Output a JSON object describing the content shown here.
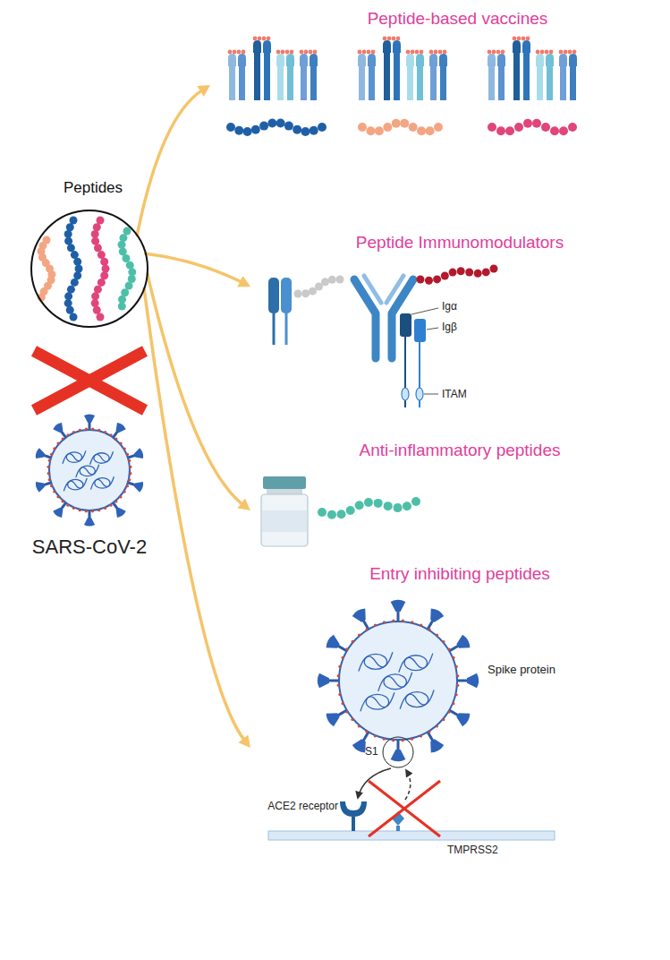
{
  "diagram": {
    "nodes": [
      {
        "text": [
          "Peptides"
        ]
      },
      {
        "text": [
          "Peptide-based vaccines"
        ]
      },
      {
        "text": [
          "Peptide Immunomodulators"
        ]
      },
      {
        "text": [
          "Anti-inflammatory peptides"
        ]
      },
      {
        "text": [
          "Entry inhibiting peptides"
        ]
      }
    ],
    "edges": [
      {
        "from": 0,
        "to": 1,
        "arrow": "to"
      },
      {
        "from": 0,
        "to": 2,
        "arrow": "to"
      },
      {
        "from": 0,
        "to": 3,
        "arrow": "to"
      },
      {
        "from": 0,
        "to": 4,
        "arrow": "to"
      }
    ],
    "labels": [
      "SARS-CoV-2",
      "Igα",
      "Igβ",
      "ITAM",
      "Spike protein",
      "S1",
      "ACE2 receptor",
      "TMPRSS2"
    ]
  }
}
